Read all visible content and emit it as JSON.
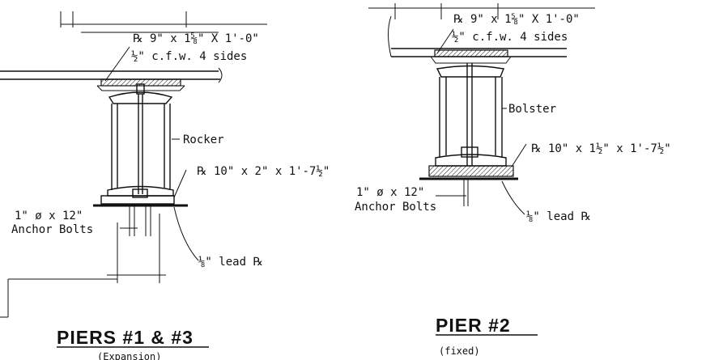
{
  "left": {
    "plate_top": "℞ 9\" x 1⅝\" X 1'-0\"",
    "weld_top": "½\" c.f.w. 4 sides",
    "rocker": "Rocker",
    "plate_bottom": "℞ 10\" x 2\" x 1'-7½\"",
    "anchor_size": "1\" ø x 12\"",
    "anchor_label": "Anchor Bolts",
    "lead_plate": "⅛\" lead ℞",
    "title": "PIERS #1 & #3",
    "subtitle": "(Expansion)"
  },
  "right": {
    "plate_top": "℞ 9\" x 1⅝\" X 1'-0\"",
    "weld_top": "½\" c.f.w. 4 sides",
    "bolster": "Bolster",
    "plate_bottom": "℞ 10\" x 1½\" x 1'-7½\"",
    "anchor_size": "1\" ø x 12\"",
    "anchor_label": "Anchor Bolts",
    "lead_plate": "⅛\" lead ℞",
    "title": "PIER #2",
    "subtitle": "(fixed)"
  }
}
